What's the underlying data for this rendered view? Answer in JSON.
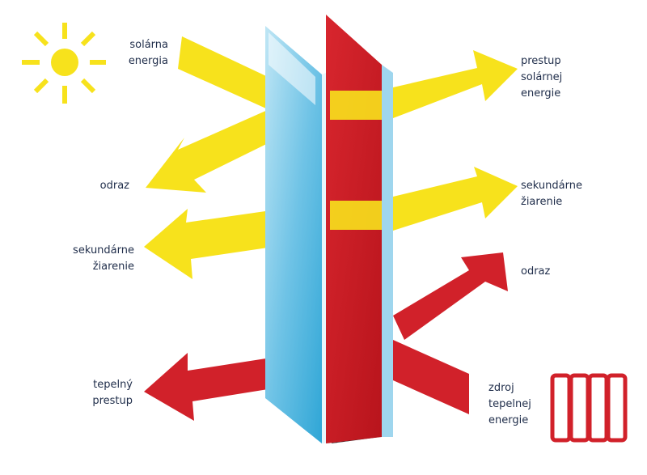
{
  "colors": {
    "solar": "#f7e21c",
    "heat": "#d1212a",
    "glass_outer": "#7cc9e6",
    "glass_inner_red": "#c81a22",
    "spacer": "#2b2b2b",
    "text": "#1f2d4a"
  },
  "icons": {
    "sun": "sun-icon",
    "radiator": "radiator-icon"
  },
  "labels": {
    "solar_energy": [
      "solárna",
      "energia"
    ],
    "solar_transmission": [
      "prestup",
      "solárnej",
      "energie"
    ],
    "reflection_left": [
      "odraz"
    ],
    "secondary_right": [
      "sekundárne",
      "žiarenie"
    ],
    "secondary_left": [
      "sekundárne",
      "žiarenie"
    ],
    "reflection_right": [
      "odraz"
    ],
    "heat_transfer": [
      "tepelný",
      "prestup"
    ],
    "heat_source": [
      "zdroj",
      "tepelnej",
      "energie"
    ]
  }
}
